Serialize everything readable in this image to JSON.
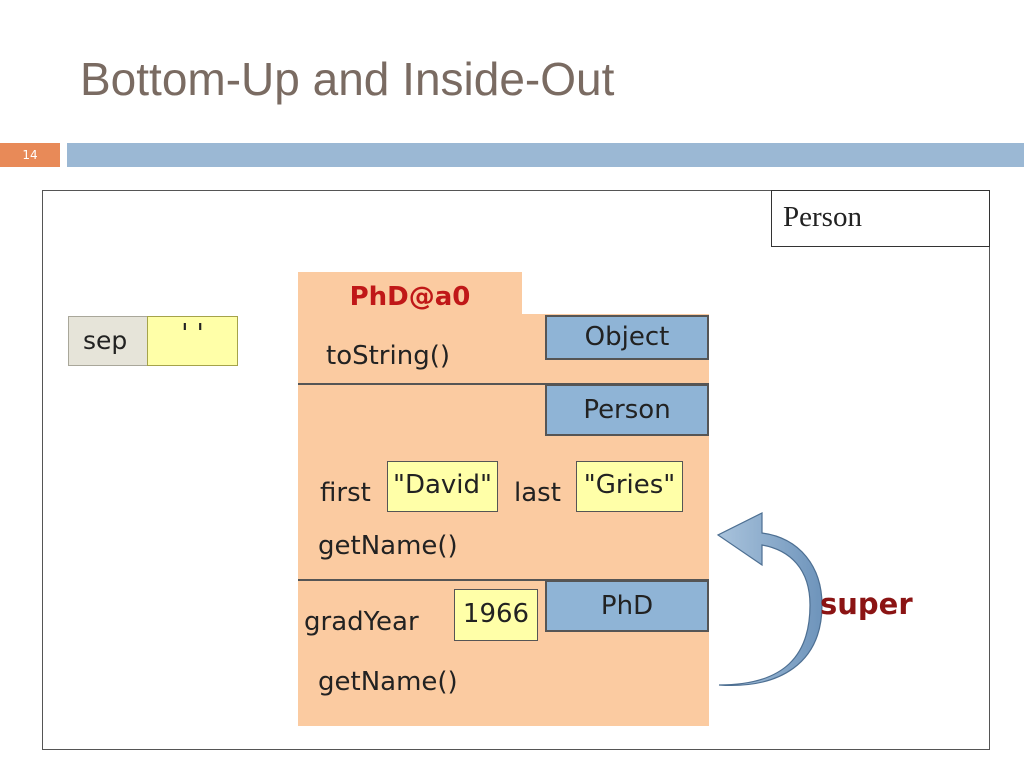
{
  "slide": {
    "title": "Bottom-Up and Inside-Out",
    "page_number": "14"
  },
  "diagram": {
    "class_label": "Person",
    "variable": {
      "name": "sep",
      "value": "' '"
    },
    "object": {
      "id": "PhD@a0",
      "partitions": [
        {
          "class": "Object",
          "method": "toString()"
        },
        {
          "class": "Person",
          "fields": [
            {
              "name": "first",
              "value": "\"David\""
            },
            {
              "name": "last",
              "value": "\"Gries\""
            }
          ],
          "method": "getName()"
        },
        {
          "class": "PhD",
          "fields": [
            {
              "name": "gradYear",
              "value": "1966"
            }
          ],
          "method": "getName()"
        }
      ]
    },
    "arrow_label": "super",
    "colors": {
      "object_fill": "#fbcba1",
      "class_box": "#8fb4d6",
      "value_box": "#ffffa8",
      "object_id": "#c01818",
      "super_label": "#8b1414",
      "arrow": "#7ea3c8"
    }
  }
}
